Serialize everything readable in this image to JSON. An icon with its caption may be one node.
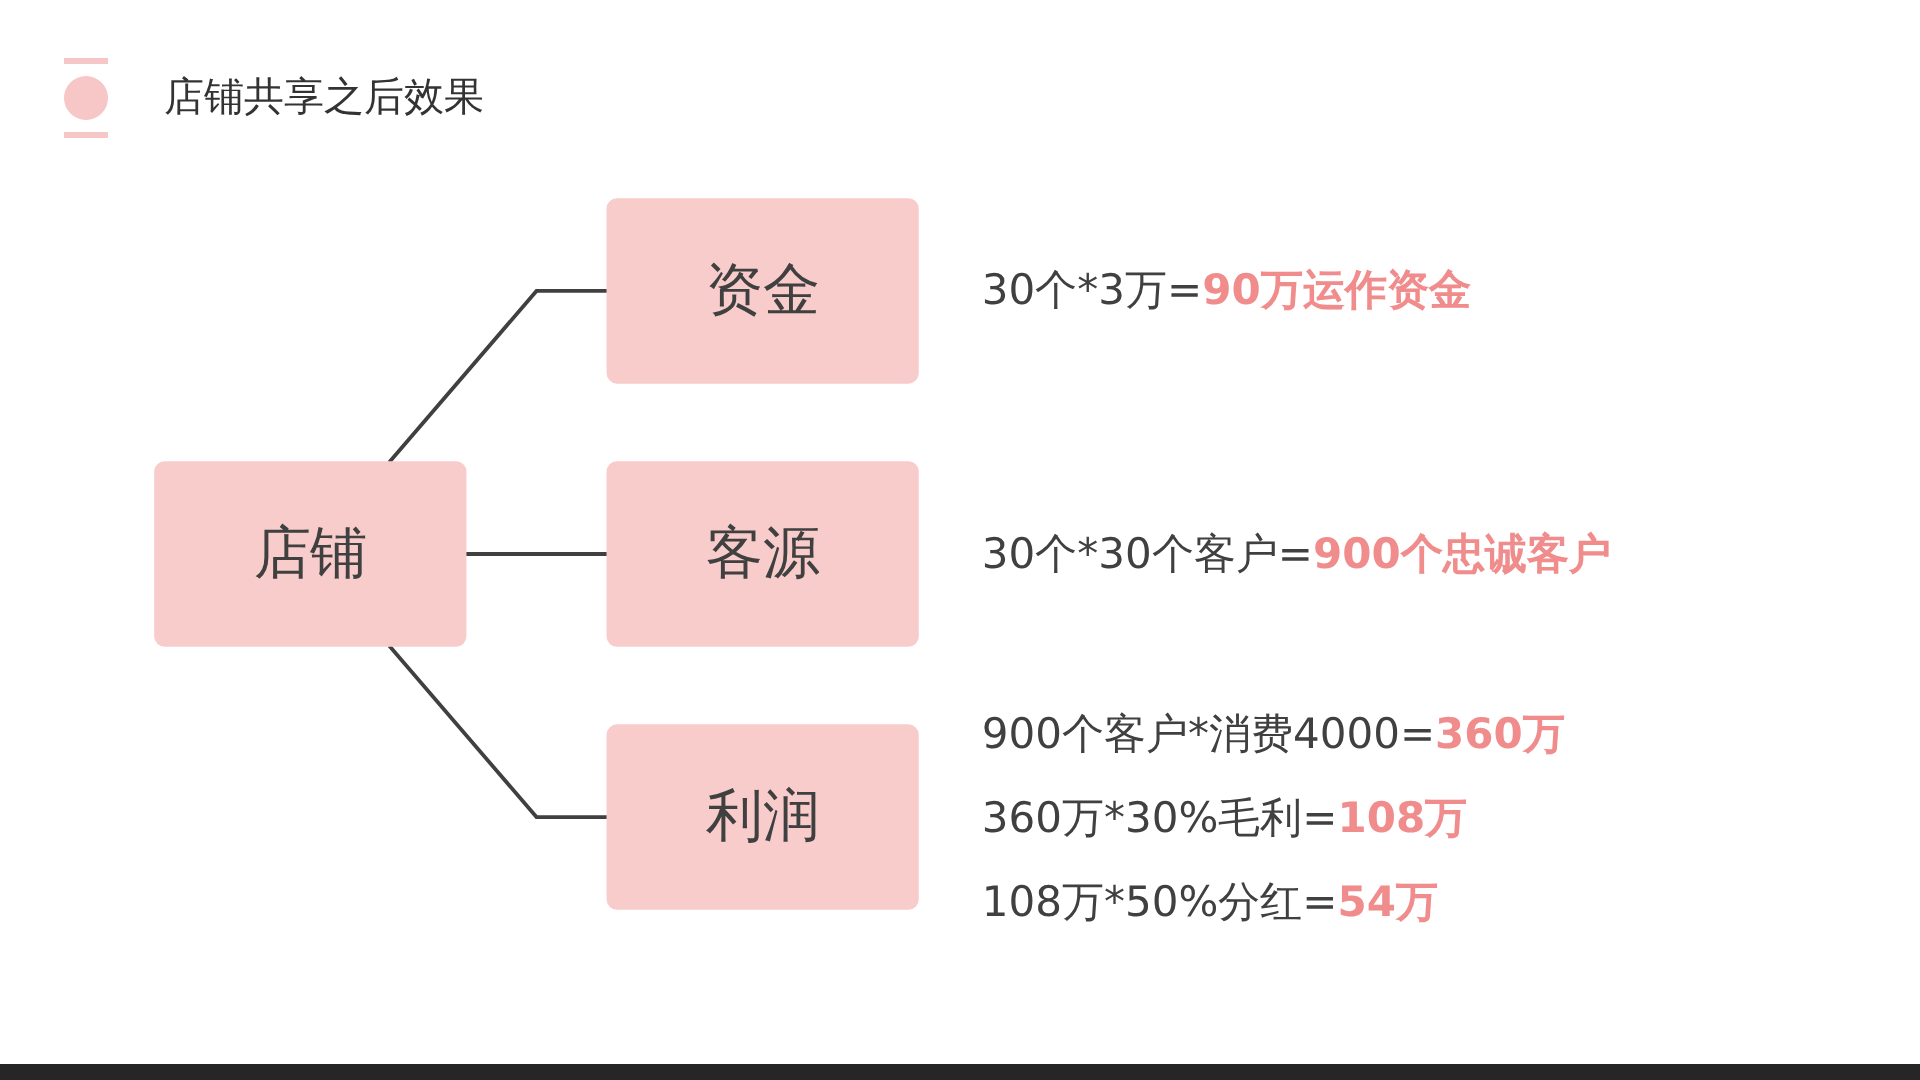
{
  "diagram": {
    "title": "店铺共享之后效果",
    "nodes": [
      {
        "text": [
          "店铺"
        ]
      },
      {
        "text": [
          "资金"
        ],
        "beside": [
          "30个*3万=**90万运作资金**"
        ]
      },
      {
        "text": [
          "客源"
        ],
        "beside": [
          "30个*30个客户=**900个忠诚客户**"
        ]
      },
      {
        "text": [
          "利润"
        ],
        "beside": [
          "900个客户*消费4000=**360万**",
          "360万*30%毛利=**108万**",
          "108万*50%分红=**54万**"
        ]
      }
    ],
    "edges": [
      {
        "from": 0,
        "to": 1,
        "arrow": "none"
      },
      {
        "from": 0,
        "to": 2,
        "arrow": "none"
      },
      {
        "from": 0,
        "to": 3,
        "arrow": "none"
      }
    ]
  }
}
